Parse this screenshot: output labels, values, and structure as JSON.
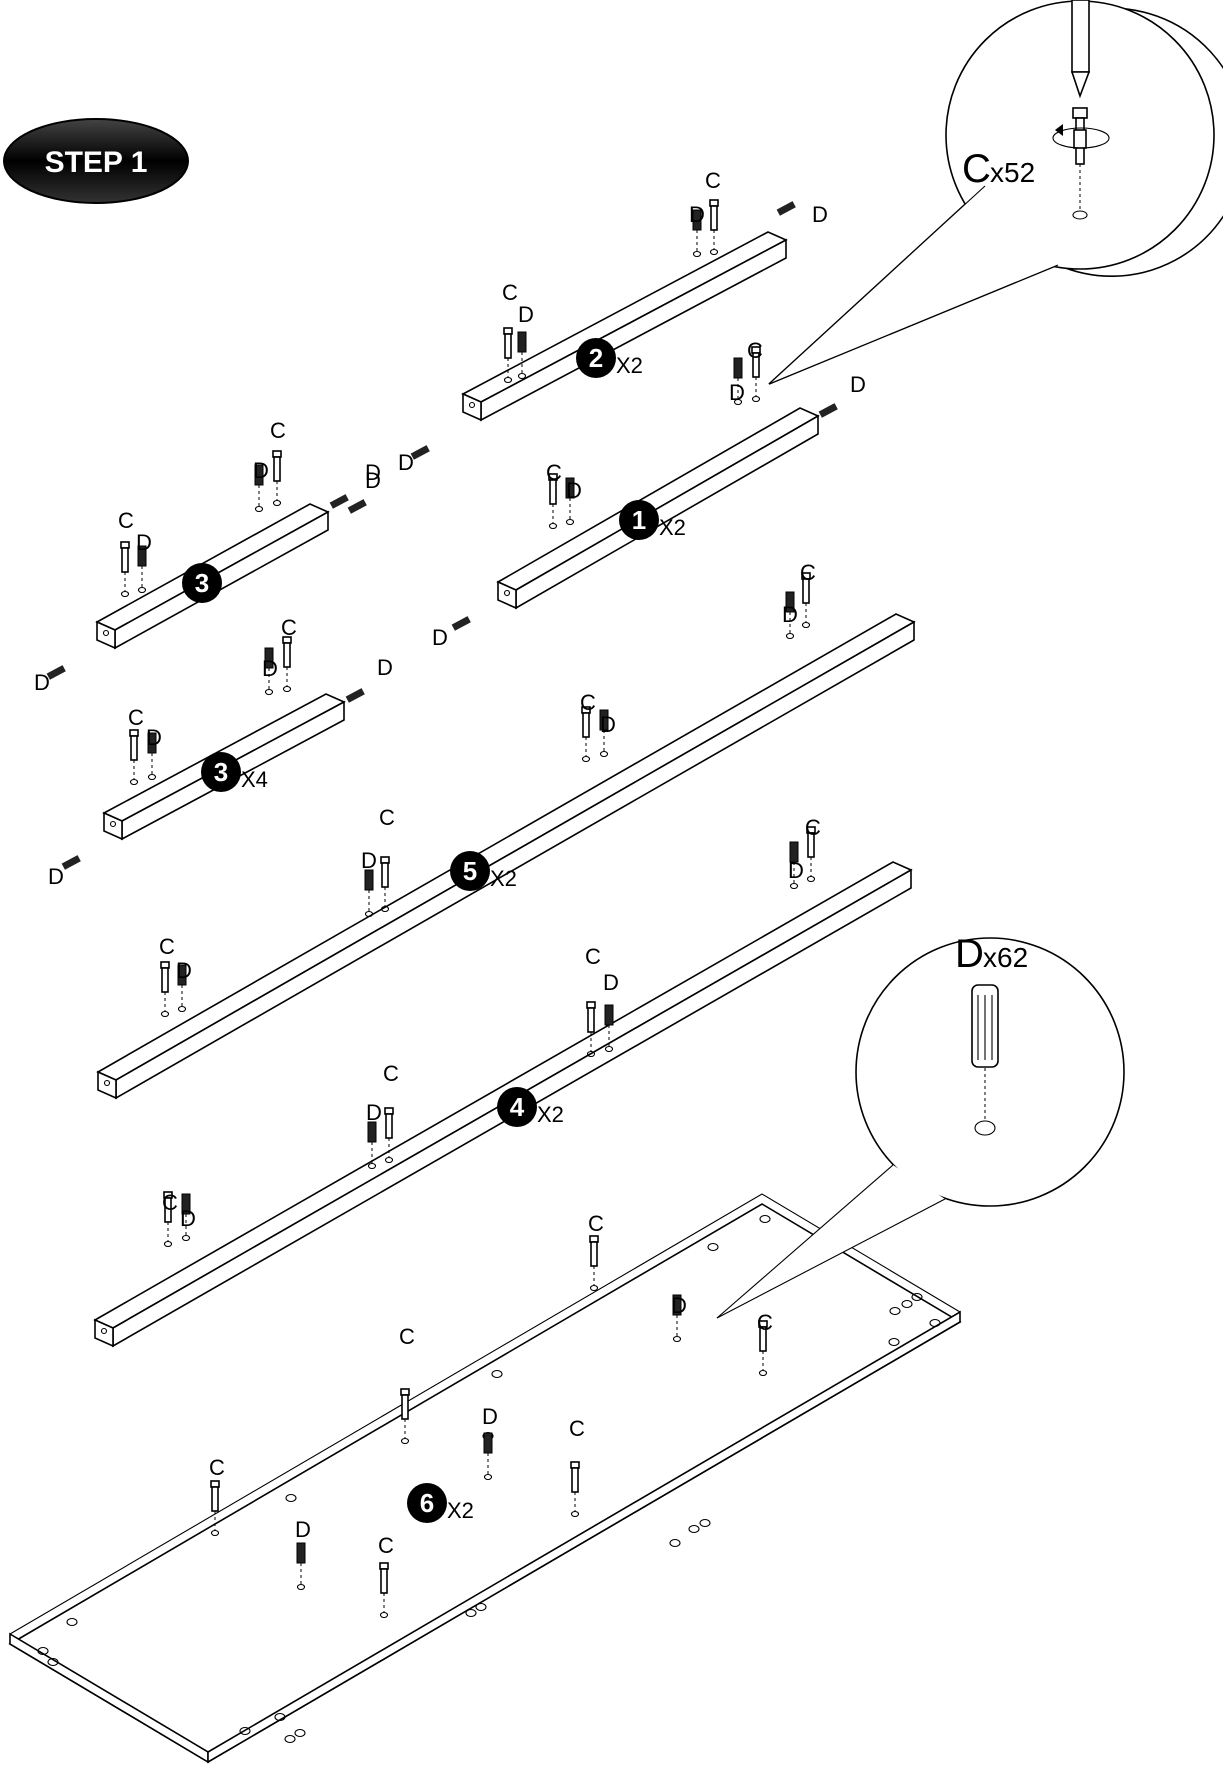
{
  "step_title": "STEP 1",
  "hardware": {
    "cam_letter": "C",
    "cam_qty": "x52",
    "dowel_letter": "D",
    "dowel_qty": "x62",
    "label_c": "C",
    "label_d": "D"
  },
  "parts": [
    {
      "number": "2",
      "qty": "X2"
    },
    {
      "number": "1",
      "qty": "X2"
    },
    {
      "number": "3",
      "qty": ""
    },
    {
      "number": "3",
      "qty": "X4"
    },
    {
      "number": "5",
      "qty": "X2"
    },
    {
      "number": "4",
      "qty": "X2"
    },
    {
      "number": "6",
      "qty": "X2"
    }
  ],
  "colors": {
    "ink": "#000000",
    "paper": "#ffffff"
  },
  "icons": [
    "screwdriver-icon",
    "rotation-arrow-icon",
    "cam-bolt-icon",
    "wooden-dowel-icon"
  ]
}
